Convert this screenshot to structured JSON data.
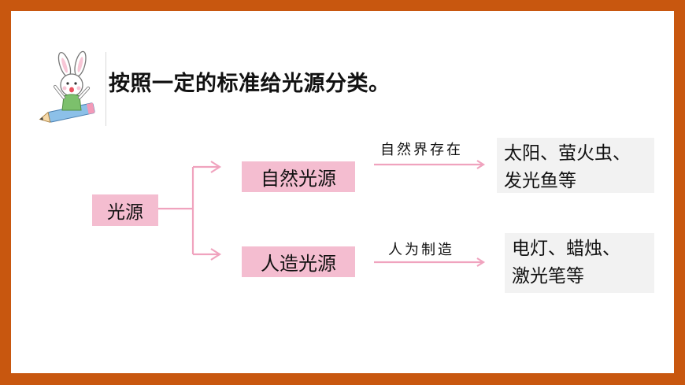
{
  "heading": "按照一定的标准给光源分类。",
  "root": "光源",
  "branches": [
    {
      "label": "自然光源",
      "relation": "自然界存在",
      "examples": [
        "太阳、萤火虫、",
        "发光鱼等"
      ]
    },
    {
      "label": "人造光源",
      "relation": "人为制造",
      "examples": [
        "电灯、蜡烛、",
        "激光笔等"
      ]
    }
  ],
  "colors": {
    "border": "#c8570f",
    "box_fill": "#f4bdd0",
    "arrow": "#f0a3be",
    "example_fill": "#f2f2f2"
  },
  "icons": [
    "rabbit-on-pencil-mascot"
  ]
}
